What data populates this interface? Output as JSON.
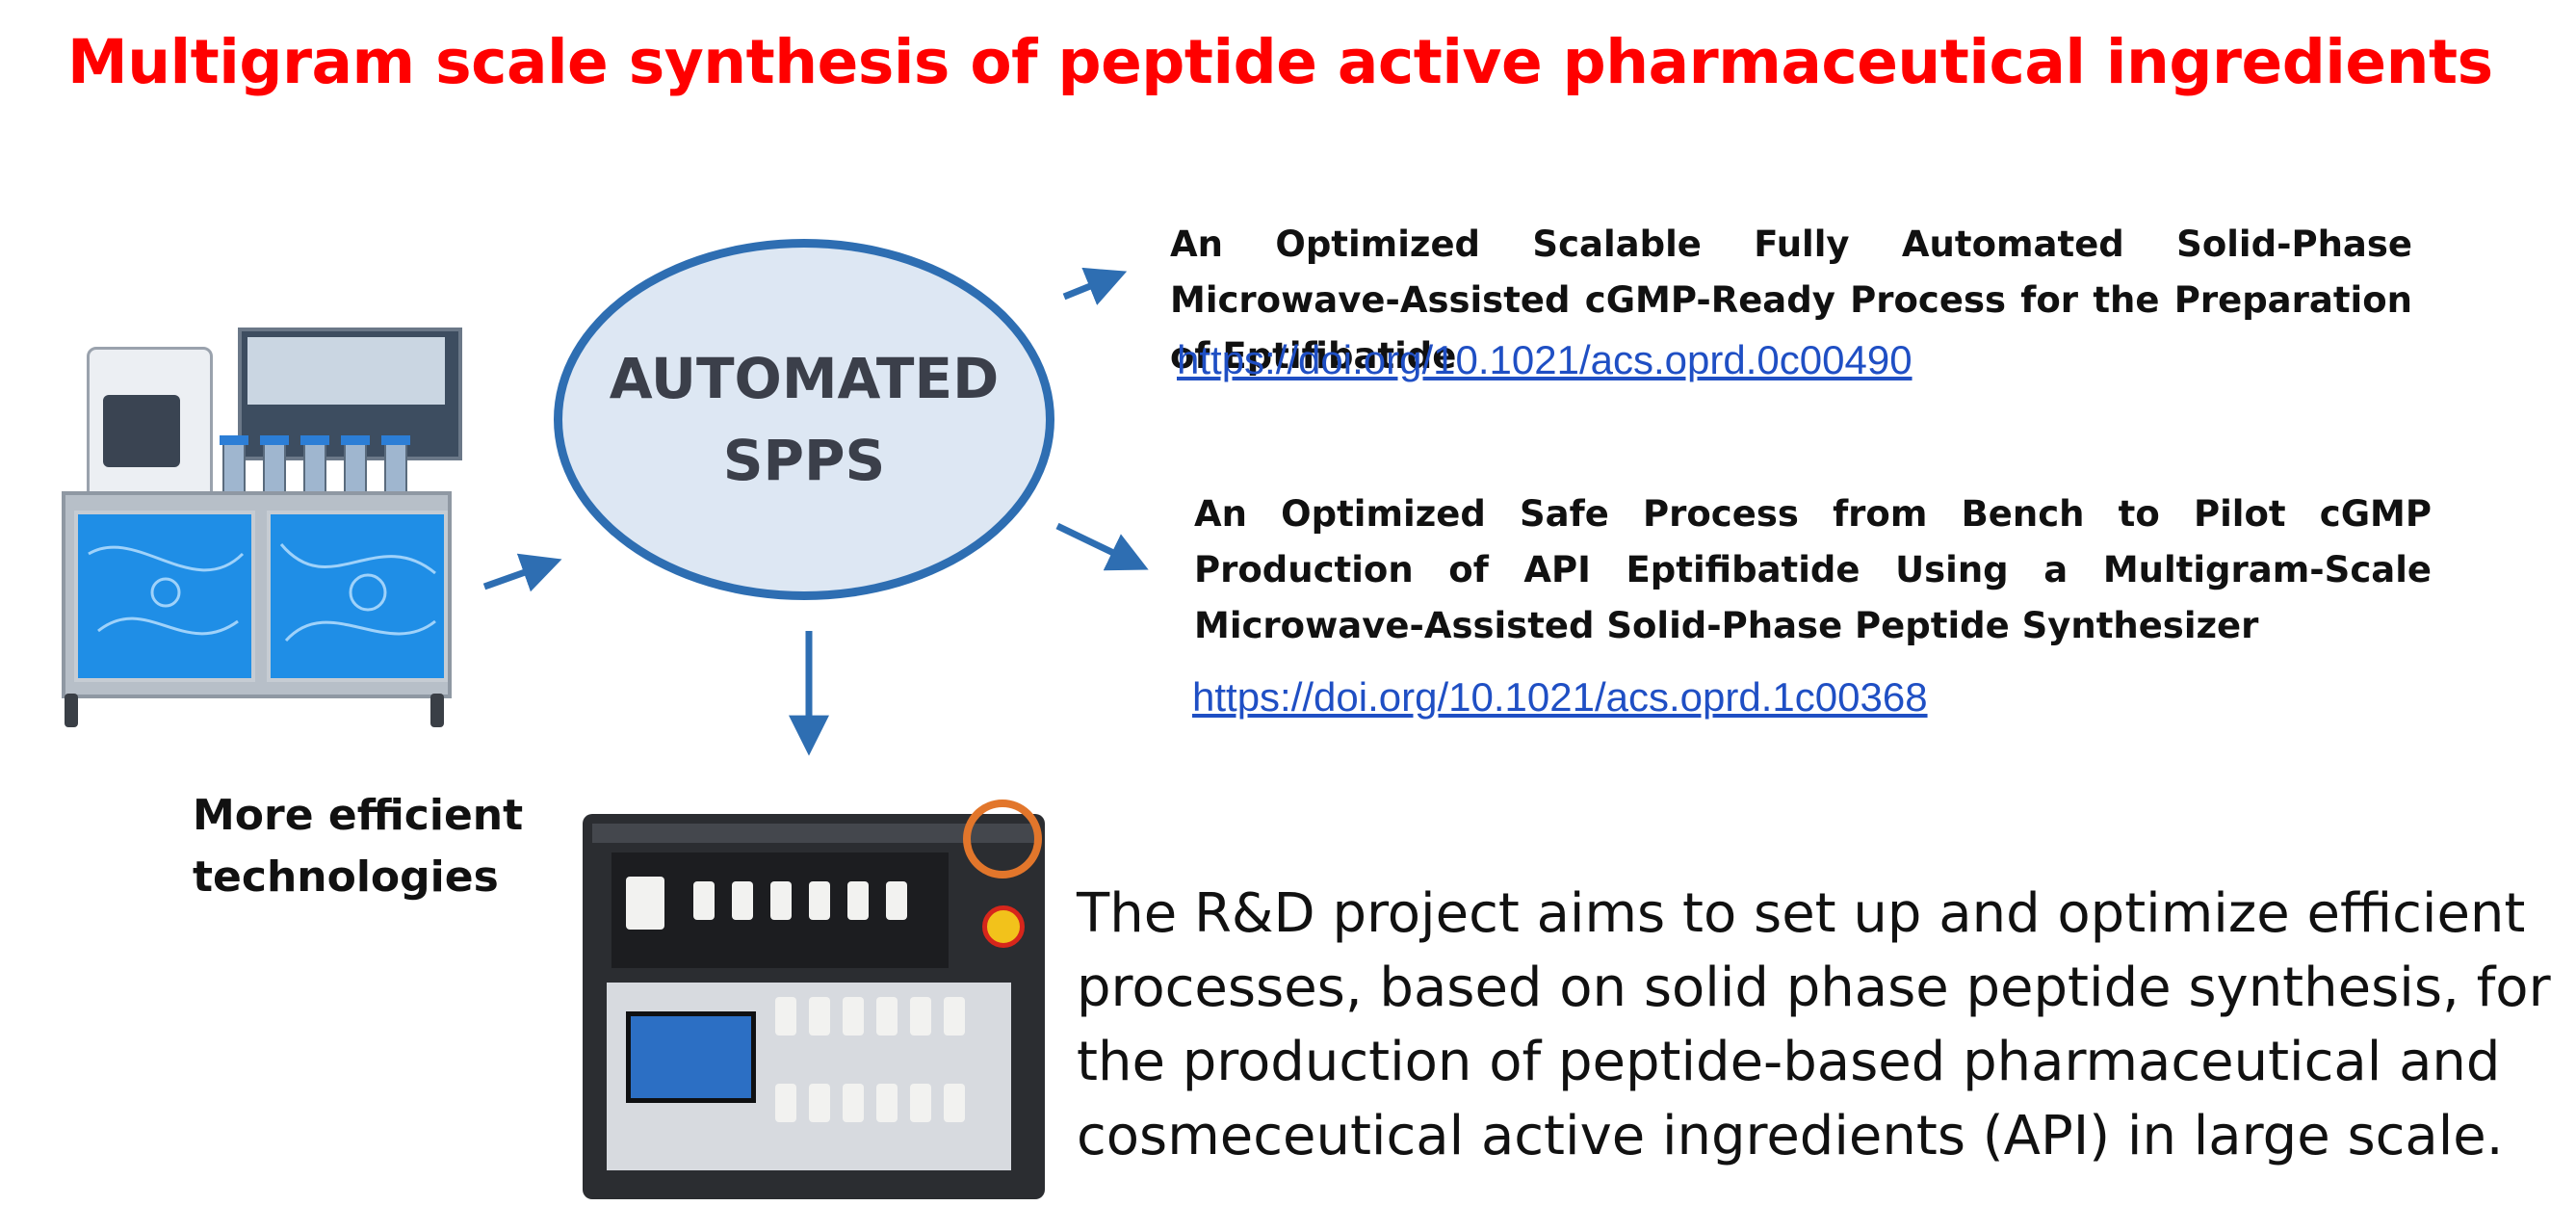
{
  "title": "Multigram scale synthesis of peptide active pharmaceutical ingredients",
  "center": {
    "line1": "AUTOMATED",
    "line2": "SPPS"
  },
  "references": [
    {
      "text": "An Optimized Scalable Fully Automated Solid-Phase Microwave-Assisted cGMP-Ready Process for the Preparation of Eptifibatide",
      "doi": "https://doi.org/10.1021/acs.oprd.0c00490"
    },
    {
      "text": "An Optimized Safe Process from Bench to Pilot cGMP Production of API Eptifibatide Using a Multigram-Scale Microwave-Assisted Solid-Phase Peptide Synthesizer",
      "doi": "https://doi.org/10.1021/acs.oprd.1c00368"
    }
  ],
  "technologies_label": {
    "line1": "More efficient",
    "line2": "technologies"
  },
  "project_description": "The R&D project aims to set up and optimize efficient processes, based on solid phase peptide synthesis, for the production of peptide-based pharmaceutical and cosmeceutical active ingredients (API) in large scale.",
  "colors": {
    "title": "#ff0000",
    "accent": "#2e6eb2",
    "ellipse_fill": "#dde7f3",
    "link": "#1f4fc4"
  },
  "icons": [
    "synthesizer-image",
    "automated-synthesizer-image",
    "arrow-icon"
  ]
}
